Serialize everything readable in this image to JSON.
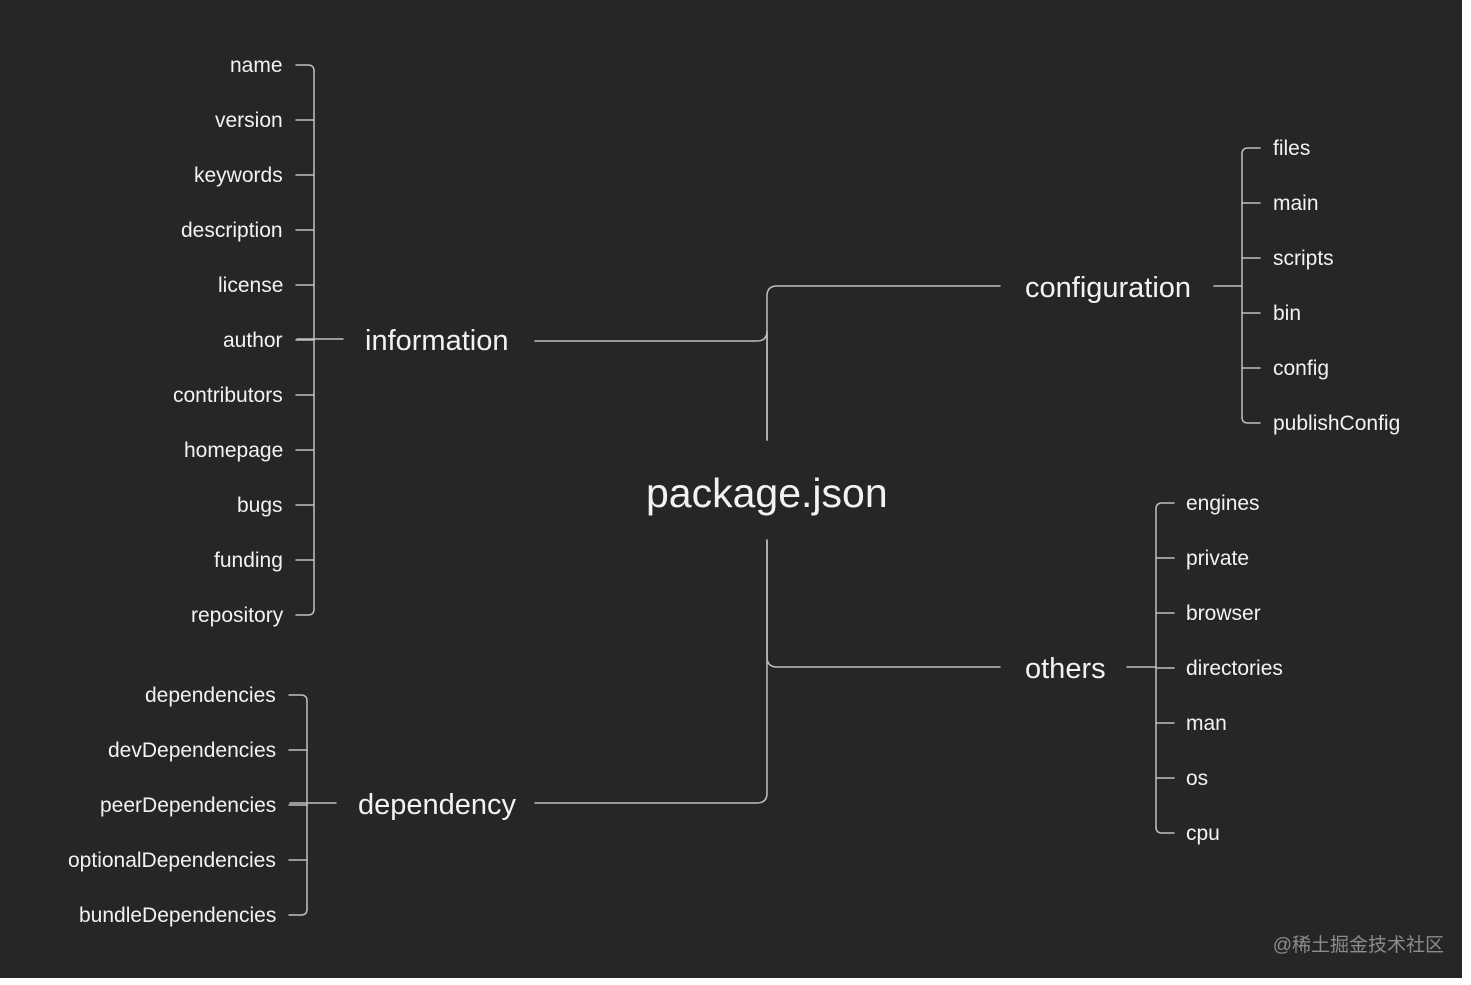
{
  "root": {
    "label": "package.json"
  },
  "branches": {
    "information": {
      "label": "information",
      "items": [
        "name",
        "version",
        "keywords",
        "description",
        "license",
        "author",
        "contributors",
        "homepage",
        "bugs",
        "funding",
        "repository"
      ]
    },
    "dependency": {
      "label": "dependency",
      "items": [
        "dependencies",
        "devDependencies",
        "peerDependencies",
        "optionalDependencies",
        "bundleDependencies"
      ]
    },
    "configuration": {
      "label": "configuration",
      "items": [
        "files",
        "main",
        "scripts",
        "bin",
        "config",
        "publishConfig"
      ]
    },
    "others": {
      "label": "others",
      "items": [
        "engines",
        "private",
        "browser",
        "directories",
        "man",
        "os",
        "cpu"
      ]
    }
  },
  "watermark": "@稀土掘金技术社区",
  "colors": {
    "background": "#262626",
    "line": "#bfbfbf",
    "text": "#f2f2f2",
    "watermark": "#8c8c8c"
  }
}
